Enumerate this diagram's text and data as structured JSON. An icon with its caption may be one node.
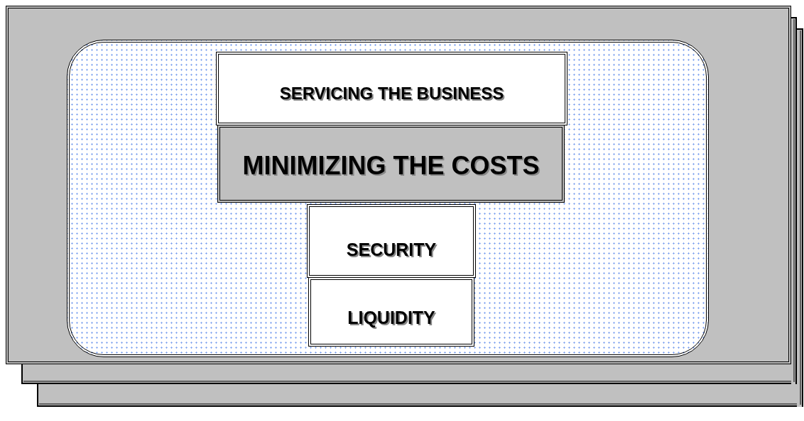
{
  "diagram": {
    "nodes": [
      {
        "text": [],
        "shape": "box"
      },
      {
        "text": [],
        "shape": "box",
        "in": 0
      },
      {
        "text": [
          "SERVICING THE BUSINESS"
        ],
        "in": 1
      },
      {
        "text": [
          "MINIMIZING THE COSTS"
        ],
        "in": 1
      },
      {
        "text": [
          "SECURITY"
        ],
        "in": 1
      },
      {
        "text": [
          "LIQUIDITY"
        ],
        "in": 1
      }
    ]
  }
}
